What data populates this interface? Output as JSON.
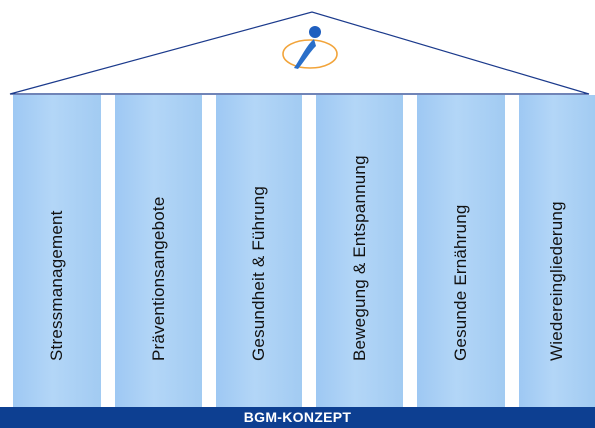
{
  "diagram": {
    "logo": {
      "icon": "figure-with-orbit-logo",
      "text": "",
      "subtext": ""
    },
    "pillars": [
      {
        "label": "Stressmanagement"
      },
      {
        "label": "Präventionsangebote"
      },
      {
        "label": "Gesundheit & Führung"
      },
      {
        "label": "Bewegung & Entspannung"
      },
      {
        "label": "Gesunde Ernährung"
      },
      {
        "label": "Wiedereingliederung"
      }
    ],
    "base_label": "BGM-KONZEPT",
    "colors": {
      "pillar_fill": "#b3d6f7",
      "base_fill": "#0d3f91",
      "roof_line": "#1b3a8c",
      "logo_orange": "#f2a43a",
      "logo_blue": "#2a6fc9"
    }
  }
}
